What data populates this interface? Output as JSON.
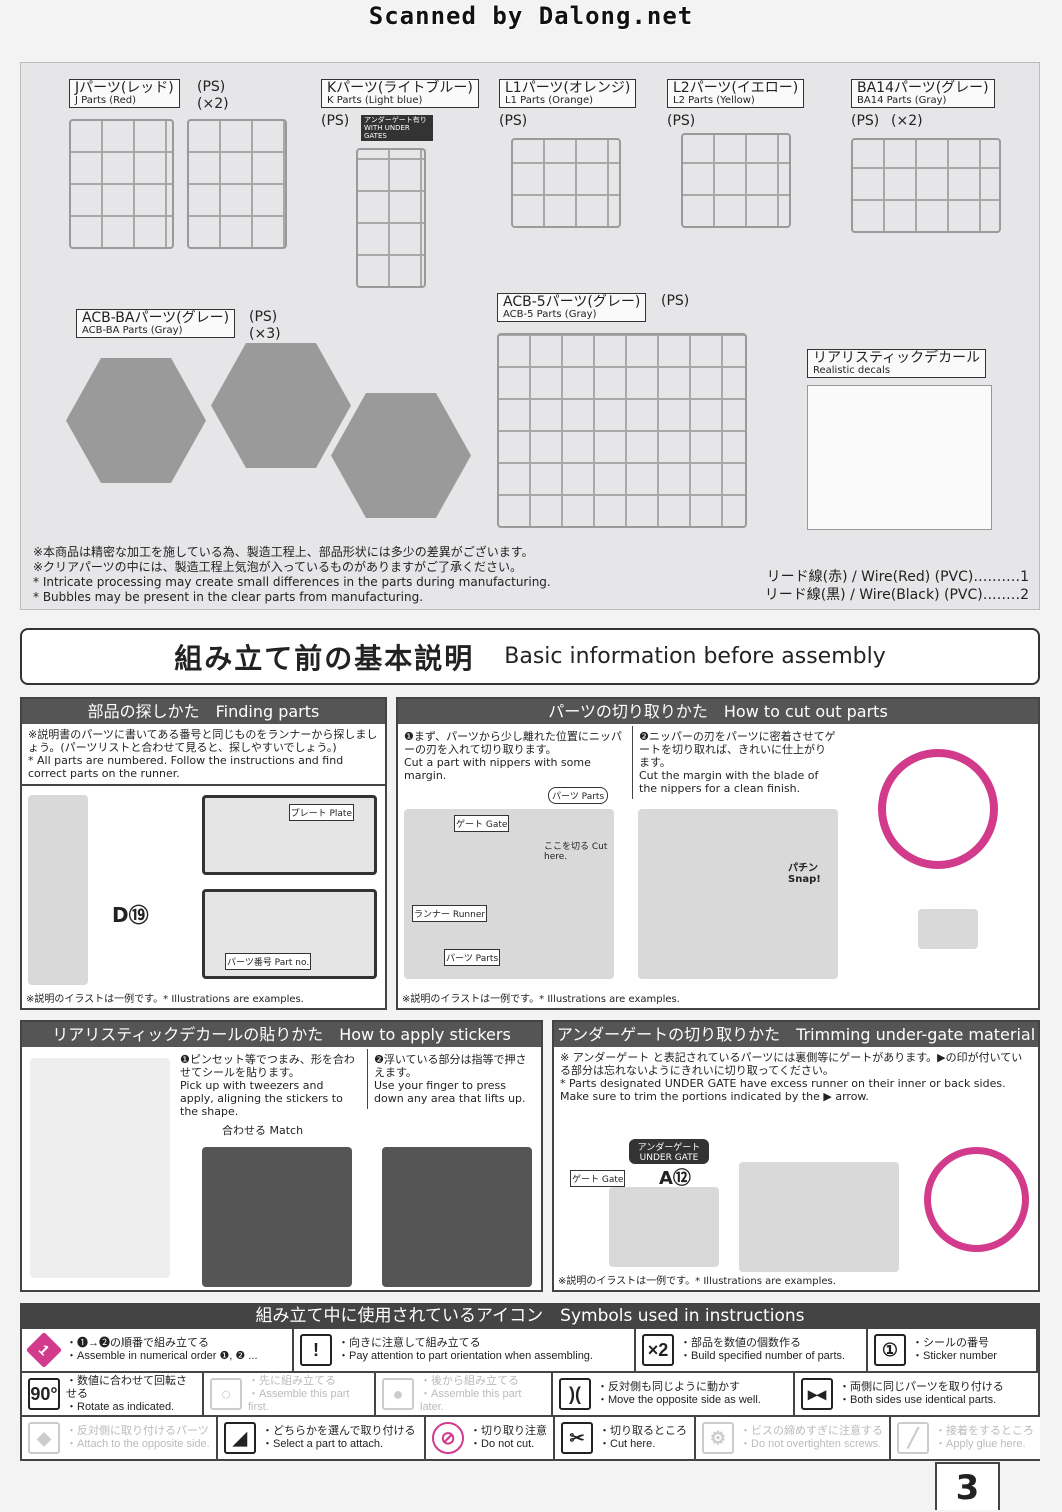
{
  "banner": "Scanned by Dalong.net",
  "parts": [
    {
      "jp": "Jパーツ(レッド)",
      "en": "J Parts (Red)",
      "mat": "(PS)",
      "qty": "(×2)"
    },
    {
      "jp": "Kパーツ(ライトブルー)",
      "en": "K Parts (Light blue)",
      "mat": "(PS)",
      "badge": "アンダーゲート有り WITH UNDER GATES"
    },
    {
      "jp": "L1パーツ(オレンジ)",
      "en": "L1 Parts (Orange)",
      "mat": "(PS)"
    },
    {
      "jp": "L2パーツ(イエロー)",
      "en": "L2 Parts (Yellow)",
      "mat": "(PS)"
    },
    {
      "jp": "BA14パーツ(グレー)",
      "en": "BA14 Parts (Gray)",
      "mat": "(PS)",
      "qty": "(×2)"
    },
    {
      "jp": "ACB-BAパーツ(グレー)",
      "en": "ACB-BA Parts (Gray)",
      "mat": "(PS)",
      "qty": "(×3)"
    },
    {
      "jp": "ACB-5パーツ(グレー)",
      "en": "ACB-5 Parts (Gray)",
      "mat": "(PS)"
    },
    {
      "jp": "リアリスティックデカール",
      "en": "Realistic decals"
    }
  ],
  "notes": [
    "※本商品は精密な加工を施している為、製造工程上、部品形状には多少の差異がございます。",
    "※クリアパーツの中には、製造工程上気泡が入っているものがありますがご了承ください。",
    "* Intricate processing may create small differences in the parts during manufacturing.",
    "* Bubbles may be present in the clear parts from manufacturing."
  ],
  "wires": [
    "リード線(赤) / Wire(Red) (PVC)‥‥‥‥‥1",
    "リード線(黒) / Wire(Black) (PVC)‥‥‥‥2"
  ],
  "section": {
    "jp": "組み立て前の基本説明",
    "en": "Basic information before assembly"
  },
  "finding": {
    "title": "部品の探しかた　Finding parts",
    "jp": "※説明書のパーツに書いてある番号と同じものをランナーから探しましょう。(パーツリストと合わせて見ると、探しやすいでしょう。)",
    "en": "* All parts are numbered. Follow the instructions and find correct parts on the runner.",
    "labels": [
      "プレート Plate",
      "D⑲",
      "パーツ番号 Part no."
    ],
    "caption": "※説明のイラストは一例です。* Illustrations are examples."
  },
  "cutting": {
    "title": "パーツの切り取りかた　How to cut out parts",
    "step1_jp": "❶まず、パーツから少し離れた位置にニッパーの刃を入れて切り取ります。",
    "step1_en": "Cut a part with nippers with some margin.",
    "step2_jp": "❷ニッパーの刃をパーツに密着させてゲートを切り取れば、きれいに仕上がります。",
    "step2_en": "Cut the margin with the blade of the nippers for a clean finish.",
    "labels": [
      "ゲート Gate",
      "パーツ Parts",
      "ここを切る Cut here.",
      "ランナー Runner",
      "パーツ Parts",
      "パチン Snap!"
    ],
    "caption": "※説明のイラストは一例です。* Illustrations are examples."
  },
  "stickers": {
    "title": "リアリスティックデカールの貼りかた　How to apply stickers",
    "step1_jp": "❶ピンセット等でつまみ、形を合わせてシールを貼ります。",
    "step1_en": "Pick up with tweezers and apply, aligning the stickers to the shape.",
    "step2_jp": "❷浮いている部分は指等で押さえます。",
    "step2_en": "Use your finger to press down any area that lifts up.",
    "match": "合わせる Match"
  },
  "undergate": {
    "title": "アンダーゲートの切り取りかた　Trimming under-gate material",
    "jp": "※ アンダーゲート と表記されているパーツには裏側等にゲートがあります。▶の印が付いている部分は忘れないようにきれいに切り取ってください。",
    "en": "* Parts designated UNDER GATE have excess runner on their inner or back sides. Make sure to trim the portions indicated by the ▶ arrow.",
    "label": "アンダーゲート UNDER GATE",
    "part": "A⑫",
    "gate": "ゲート Gate",
    "caption": "※説明のイラストは一例です。* Illustrations are examples."
  },
  "symbols": {
    "title": "組み立て中に使用されているアイコン　Symbols used in instructions",
    "rows": [
      [
        {
          "icon": "1",
          "jp": "・❶→❷の順番で組み立てる",
          "en": "・Assemble in numerical order ❶, ❷ ..."
        },
        {
          "icon": "!",
          "jp": "・向きに注意して組み立てる",
          "en": "・Pay attention to part orientation when assembling."
        },
        {
          "icon": "×2",
          "jp": "・部品を数値の個数作る",
          "en": "・Build specified number of parts."
        },
        {
          "icon": "①",
          "jp": "・シールの番号",
          "en": "・Sticker number"
        }
      ],
      [
        {
          "icon": "90°",
          "jp": "・数値に合わせて回転させる",
          "en": "・Rotate as indicated."
        },
        {
          "icon": "○",
          "jp": "・先に組み立てる",
          "en": "・Assemble this part first.",
          "dim": true
        },
        {
          "icon": "●",
          "jp": "・後から組み立てる",
          "en": "・Assemble this part later.",
          "dim": true
        },
        {
          "icon": ")(",
          "jp": "・反対側も同じように動かす",
          "en": "・Move the opposite side as well."
        },
        {
          "icon": "▸◂",
          "jp": "・両側に同じパーツを取り付ける",
          "en": "・Both sides use identical parts."
        }
      ],
      [
        {
          "icon": "◆",
          "jp": "・反対側に取り付けるパーツ",
          "en": "・Attach to the opposite side.",
          "dim": true
        },
        {
          "icon": "◢",
          "jp": "・どちらかを選んで取り付ける",
          "en": "・Select a part to attach."
        },
        {
          "icon": "⊘",
          "jp": "・切り取り注意",
          "en": "・Do not cut."
        },
        {
          "icon": "✂",
          "jp": "・切り取るところ",
          "en": "・Cut here."
        },
        {
          "icon": "⚙",
          "jp": "・ビスの締めすぎに注意する",
          "en": "・Do not overtighten screws.",
          "dim": true
        },
        {
          "icon": "╱",
          "jp": "・接着をするところ",
          "en": "・Apply glue here.",
          "dim": true
        }
      ]
    ]
  },
  "page": "3",
  "colors": {
    "accent": "#d23a8c",
    "header": "#555555"
  }
}
